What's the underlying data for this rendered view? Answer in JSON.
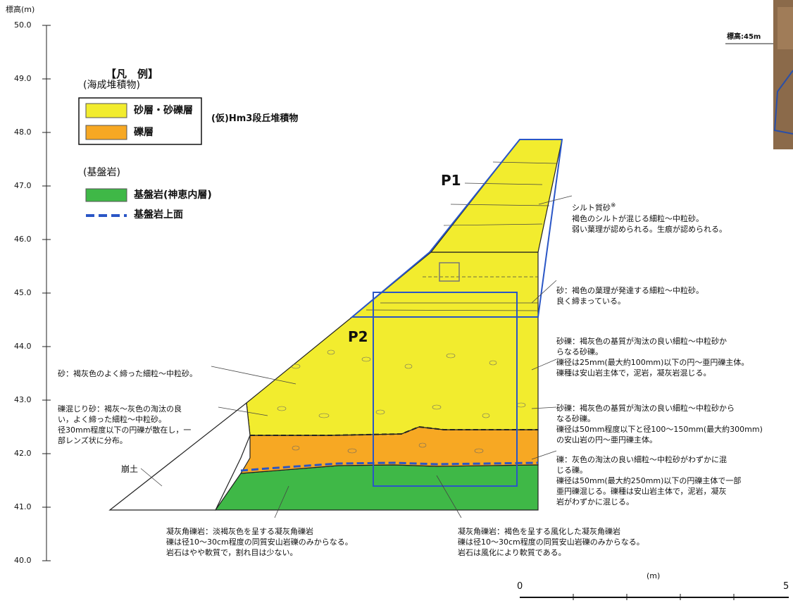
{
  "axis": {
    "unit_label": "標高(m)",
    "ticks": [
      "50.0",
      "49.0",
      "48.0",
      "47.0",
      "46.0",
      "45.0",
      "44.0",
      "43.0",
      "42.0",
      "41.0",
      "40.0"
    ]
  },
  "legend": {
    "title": "【凡　例】",
    "marine_heading": "(海成堆積物)",
    "items_marine": [
      {
        "label": "砂層・砂礫層",
        "color": "#f2ec2e"
      },
      {
        "label": "礫層",
        "color": "#f7a823"
      }
    ],
    "terrace_note": "(仮)Hm3段丘堆積物",
    "bedrock_heading": "(基盤岩)",
    "bedrock_item": {
      "label": "基盤岩(神恵内層)",
      "color": "#3fb847"
    },
    "bedrock_surface": "基盤岩上面"
  },
  "photo_label": "標高:45m",
  "regions": {
    "p1": "P1",
    "p2": "P2"
  },
  "annotations": {
    "silt_1": "シルト質砂",
    "silt_mark": "※",
    "silt_2": "褐色のシルトが混じる細粒～中粒砂。",
    "silt_3": "弱い葉理が認められる。生痕が認められる。",
    "sand_1": "砂：褐色の葉理が発達する細粒～中粒砂。",
    "sand_2": "良く締まっている。",
    "gravel_a1": "砂礫：褐灰色の基質が淘汰の良い細粒～中粒砂か",
    "gravel_a2": "らなる砂礫。",
    "gravel_a3": "礫径は25mm(最大約100mm)以下の円～亜円礫主体。",
    "gravel_a4": "礫種は安山岩主体で，泥岩，凝灰岩混じる。",
    "left_sand": "砂：褐灰色のよく締った細粒～中粒砂。",
    "gravelly_1": "礫混じり砂：褐灰～灰色の淘汰の良",
    "gravelly_2": "い，よく締った細粒～中粒砂。",
    "gravelly_3": "径30mm程度以下の円礫が散在し，一",
    "gravelly_4": "部レンズ状に分布。",
    "gravel_b1": "砂礫：褐灰色の基質が淘汰の良い細粒～中粒砂から",
    "gravel_b2": "なる砂礫。",
    "gravel_b3": "礫径は50mm程度以下と径100～150mm(最大約300mm)",
    "gravel_b4": "の安山岩の円～亜円礫主体。",
    "gravel_c1": "礫：灰色の淘汰の良い細粒～中粒砂がわずかに混",
    "gravel_c2": "じる礫。",
    "gravel_c3": "礫径は50mm(最大約250mm)以下の円礫主体で一部",
    "gravel_c4": "亜円礫混じる。礫種は安山岩主体で，泥岩，凝灰",
    "gravel_c5": "岩がわずかに混じる。",
    "colluvium": "崩土",
    "tuff_l1": "凝灰角礫岩：淡褐灰色を呈する凝灰角礫岩",
    "tuff_l2": "礫は径10～30cm程度の同質安山岩礫のみからなる。",
    "tuff_l3": "岩石はやや軟質で，割れ目は少ない。",
    "tuff_r1": "凝灰角礫岩：褐色を呈する風化した凝灰角礫岩",
    "tuff_r2": "礫は径10～30cm程度の同質安山岩礫のみからなる。",
    "tuff_r3": "岩石は風化により軟質である。"
  },
  "scale": {
    "unit": "(m)",
    "start": "0",
    "end": "5"
  }
}
